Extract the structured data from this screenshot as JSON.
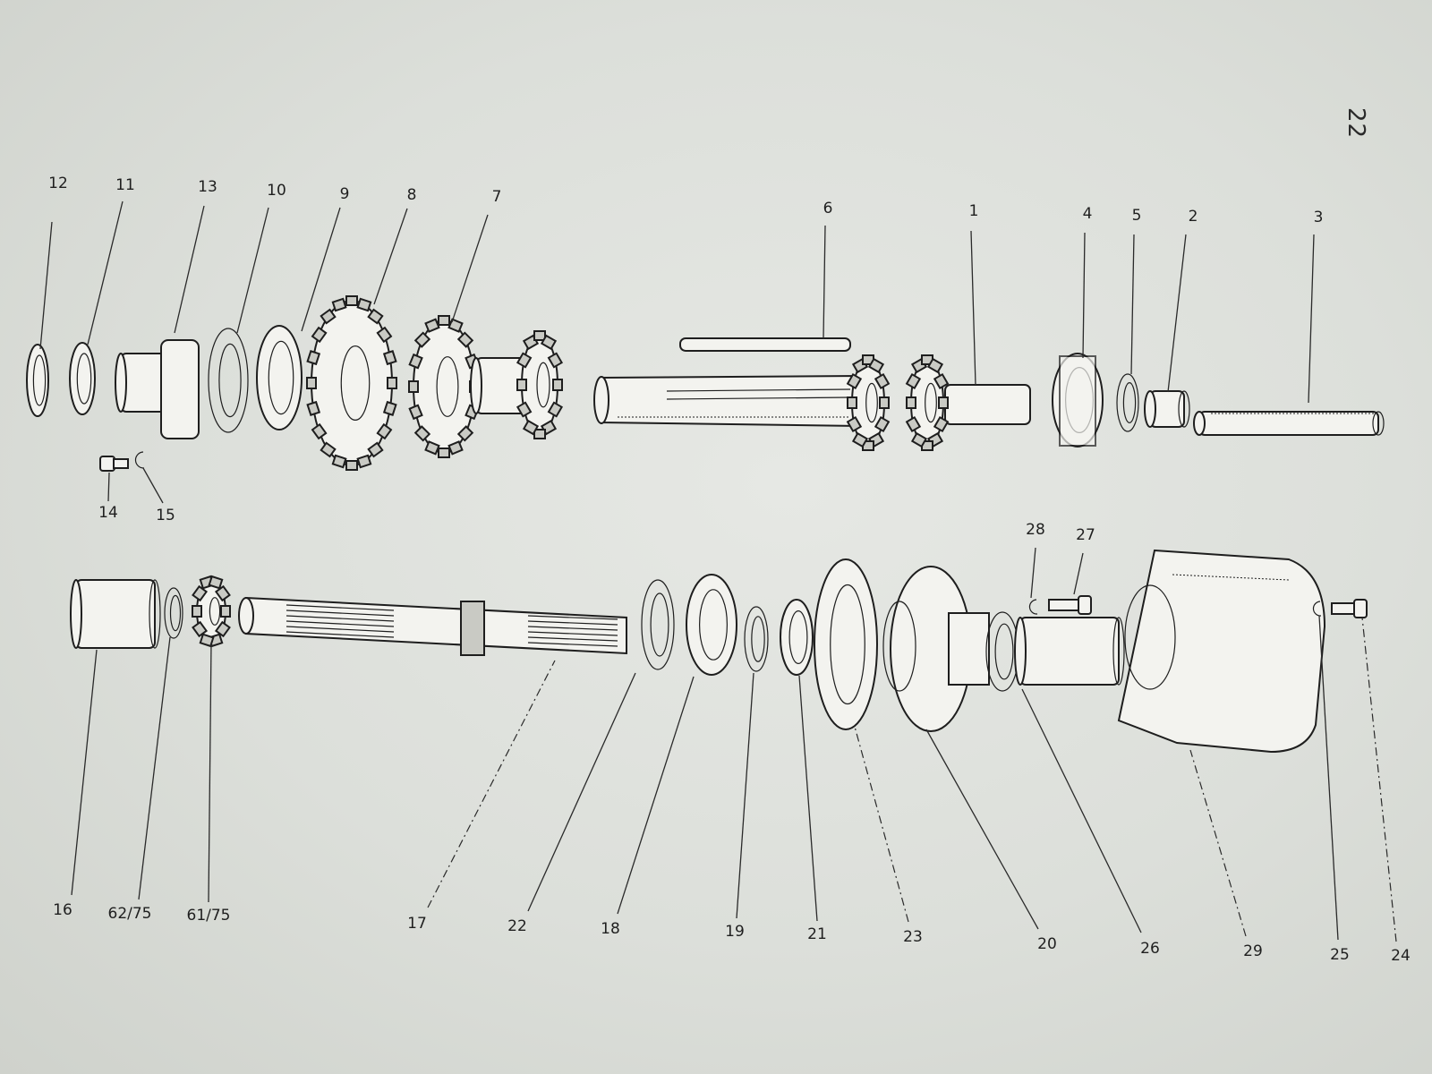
{
  "page": {
    "page_number": "22"
  },
  "diagram": {
    "kind": "exploded-parts-view",
    "upper_row_labels": [
      "12",
      "11",
      "13",
      "10",
      "9",
      "8",
      "7",
      "6",
      "1",
      "4",
      "5",
      "2",
      "3",
      "14",
      "15"
    ],
    "lower_row_labels": [
      "16",
      "62/75",
      "61/75",
      "17",
      "22",
      "18",
      "19",
      "21",
      "23",
      "20",
      "26",
      "29",
      "25",
      "24",
      "28",
      "27"
    ]
  }
}
